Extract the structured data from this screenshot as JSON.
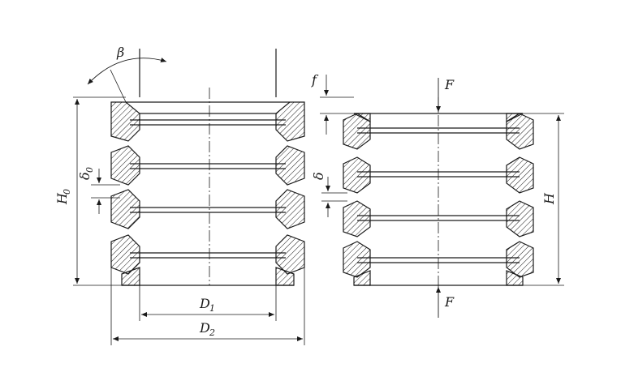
{
  "labels": {
    "beta": "β",
    "f": "f",
    "F_top": "F",
    "F_bottom": "F",
    "delta0_main": "δ",
    "delta0_sub": "0",
    "H0_main": "H",
    "H0_sub": "0",
    "delta": "δ",
    "H": "H",
    "D1_main": "D",
    "D1_sub": "1",
    "D2_main": "D",
    "D2_sub": "2"
  },
  "colors": {
    "stroke": "#1a1a1a",
    "background": "#ffffff"
  }
}
